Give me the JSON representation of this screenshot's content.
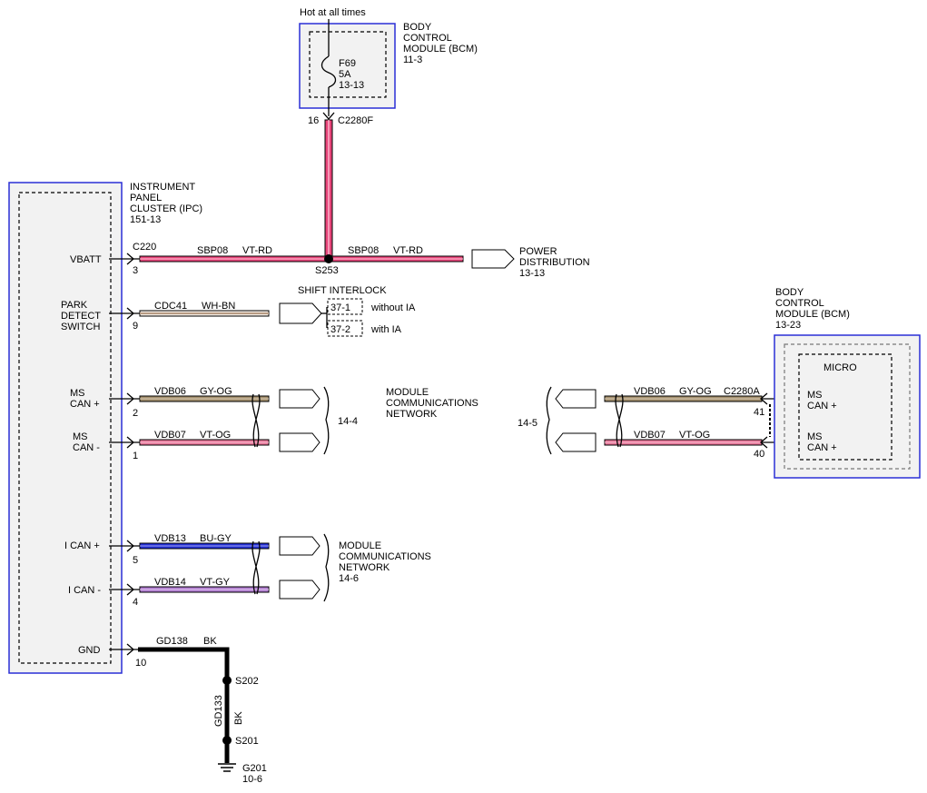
{
  "colors": {
    "box_border": "#2a2fd6",
    "box_fill": "#f2f2f2",
    "wire_vt_rd": "#e8457a",
    "wire_wh_bn": "#b79b83",
    "wire_gy_og": "#a5916e",
    "wire_vt_og": "#e8779a",
    "wire_bu_gy": "#2430d6",
    "wire_vt_gy": "#b07bd0",
    "wire_bk": "#000000"
  },
  "top": {
    "hot_label": "Hot at all times",
    "bcm_top_lines": [
      "BODY",
      "CONTROL",
      "MODULE (BCM)",
      "11-3"
    ],
    "fuse_lines": [
      "F69",
      "5A",
      "13-13"
    ],
    "pin_16": "16",
    "connector_c2280f": "C2280F"
  },
  "ipc": {
    "title_lines": [
      "INSTRUMENT",
      "PANEL",
      "CLUSTER (IPC)",
      "151-13"
    ],
    "vbatt_label": "VBATT",
    "c220": "C220",
    "pin_3": "3",
    "park_lines": [
      "PARK",
      "DETECT",
      "SWITCH"
    ],
    "pin_9": "9",
    "ms_can_plus_lines": [
      "MS",
      "CAN +"
    ],
    "pin_2": "2",
    "ms_can_minus_lines": [
      "MS",
      "CAN -"
    ],
    "pin_1": "1",
    "i_can_plus": "I CAN +",
    "pin_5": "5",
    "i_can_minus": "I CAN -",
    "pin_4": "4",
    "gnd": "GND",
    "pin_10": "10"
  },
  "vbatt_wire": {
    "circuit_left": "SBP08",
    "color_left": "VT-RD",
    "splice": "S253",
    "circuit_right": "SBP08",
    "color_right": "VT-RD",
    "power_dist_lines": [
      "POWER",
      "DISTRIBUTION",
      "13-13"
    ]
  },
  "park_wire": {
    "circuit": "CDC41",
    "color": "WH-BN",
    "shift_interlock": "SHIFT INTERLOCK",
    "ref_1": "37-1",
    "ref_1_text": "without IA",
    "ref_2": "37-2",
    "ref_2_text": "with IA"
  },
  "ms_can": {
    "plus_circuit": "VDB06",
    "plus_color": "GY-OG",
    "minus_circuit": "VDB07",
    "minus_color": "VT-OG",
    "network_lines": [
      "MODULE",
      "COMMUNICATIONS",
      "NETWORK"
    ],
    "ref_left": "14-4",
    "ref_right": "14-5"
  },
  "bcm_right": {
    "title_lines": [
      "BODY",
      "CONTROL",
      "MODULE (BCM)",
      "13-23"
    ],
    "micro": "MICRO",
    "ms_can_plus_top_lines": [
      "MS",
      "CAN +"
    ],
    "ms_can_plus_bottom_lines": [
      "MS",
      "CAN +"
    ],
    "connector": "C2280A",
    "pin_41": "41",
    "pin_40": "40",
    "circuit_top": "VDB06",
    "color_top": "GY-OG",
    "circuit_bottom": "VDB07",
    "color_bottom": "VT-OG"
  },
  "i_can": {
    "plus_circuit": "VDB13",
    "plus_color": "BU-GY",
    "minus_circuit": "VDB14",
    "minus_color": "VT-GY",
    "network_lines": [
      "MODULE",
      "COMMUNICATIONS",
      "NETWORK",
      "14-6"
    ]
  },
  "ground": {
    "circuit": "GD138",
    "color": "BK",
    "splice_1": "S202",
    "vertical_circuit": "GD133",
    "vertical_color": "BK",
    "splice_2": "S201",
    "ground_lines": [
      "G201",
      "10-6"
    ]
  }
}
